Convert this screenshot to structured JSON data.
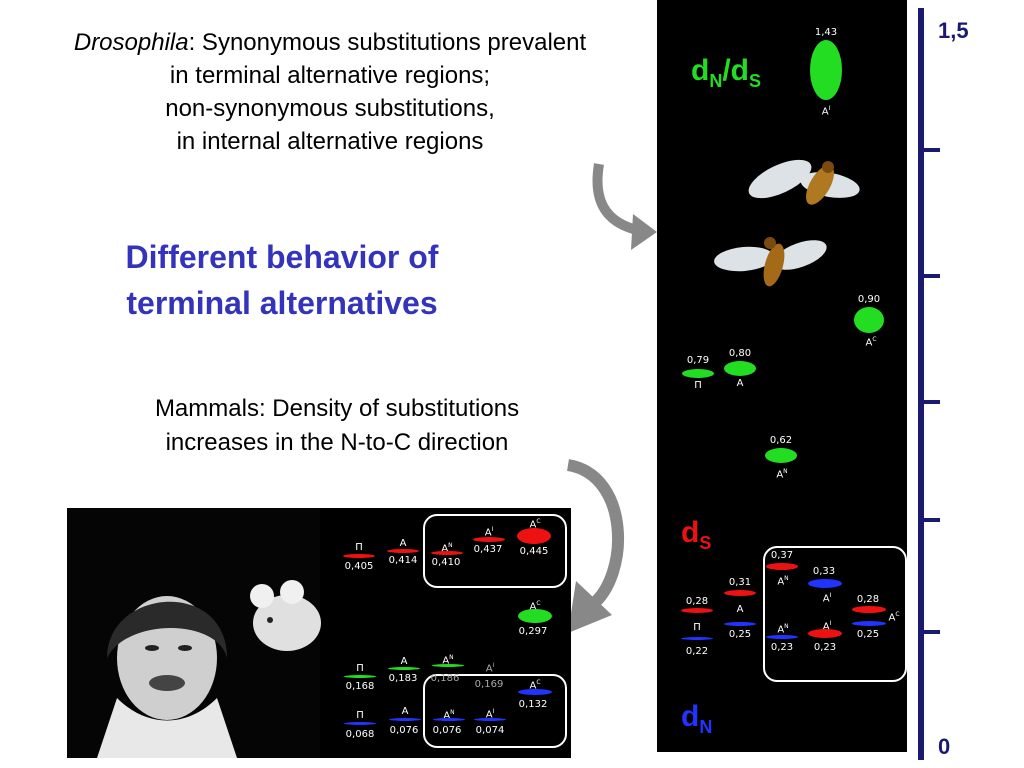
{
  "text": {
    "dros_italic": "Drosophila",
    "dros_line1_rest": ": Synonymous substitutions prevalent",
    "dros_line2": "in terminal alternative regions;",
    "dros_line3": "non-synonymous substitutions,",
    "dros_line4": "in internal alternative regions",
    "diff_line1": "Different behavior of",
    "diff_line2": "terminal alternatives",
    "mam_line1": "Mammals: Density of substitutions",
    "mam_line2": "increases in the N-to-C direction"
  },
  "scale": {
    "top_label": "1,5",
    "bottom_label": "0"
  },
  "right_panel": {
    "dnds_label": {
      "main": "d",
      "sub1": "N",
      "slash": "/d",
      "sub2": "S"
    },
    "ds_label": {
      "main": "d",
      "sub": "S"
    },
    "dn_label": {
      "main": "d",
      "sub": "N"
    },
    "values": {
      "ai_top": "1,43",
      "ai_top_name": "A",
      "ai_top_sup": "I",
      "ac": "0,90",
      "ac_name": "A",
      "ac_sup": "C",
      "p": "0,79",
      "p_name": "П",
      "a": "0,80",
      "a_name": "A",
      "an": "0,62",
      "an_name": "A",
      "an_sup": "N",
      "ds_p": "0,28",
      "ds_a": "0,31",
      "ds_an": "0,37",
      "ds_ai": "0,33",
      "ds_ac": "0,28",
      "dn_p": "0,22",
      "dn_a": "0,25",
      "dn_an": "0,23",
      "dn_ai": "0,23",
      "dn_ac": "0,25",
      "p_name2": "П",
      "a_name2": "A",
      "an_name2": "A",
      "an_sup2": "N",
      "ai_name2": "A",
      "ai_sup2": "I",
      "an_name3": "A",
      "an_sup3": "N",
      "ai_name3": "A",
      "ai_sup3": "I",
      "ac_name2": "A",
      "ac_sup2": "C"
    }
  },
  "bottom_panel": {
    "row1": {
      "p": "0,405",
      "a": "0,414",
      "an": "0,410",
      "ai": "0,437",
      "ac": "0,445"
    },
    "row1_names": {
      "p": "П",
      "a": "A",
      "an": "A",
      "an_sup": "N",
      "ai": "A",
      "ai_sup": "I",
      "ac": "A",
      "ac_sup": "C"
    },
    "row2": {
      "ac": "0,297",
      "ac_name": "A",
      "ac_sup": "C"
    },
    "row3": {
      "p": "0,168",
      "a": "0,183",
      "an": "0,186",
      "ai": "0,169",
      "ac": "0,132"
    },
    "row3_names": {
      "p": "П",
      "a": "A",
      "an": "A",
      "an_sup": "N",
      "ai": "A",
      "ai_sup": "I",
      "ac": "A",
      "ac_sup": "C"
    },
    "row4": {
      "p": "0,068",
      "a": "0,076",
      "an": "0,076",
      "ai": "0,074"
    },
    "row4_names": {
      "p": "П",
      "a": "A",
      "an": "A",
      "an_sup": "N",
      "ai": "A",
      "ai_sup": "I"
    }
  },
  "colors": {
    "green": "#22dd22",
    "red": "#ee1111",
    "blue": "#2233ff",
    "title_blue": "#3333bb",
    "scale_navy": "#1a1a70",
    "arrow_grey": "#888888"
  },
  "icons": [
    "fly-image",
    "mouse-image",
    "woman-photo",
    "curved-arrow"
  ]
}
